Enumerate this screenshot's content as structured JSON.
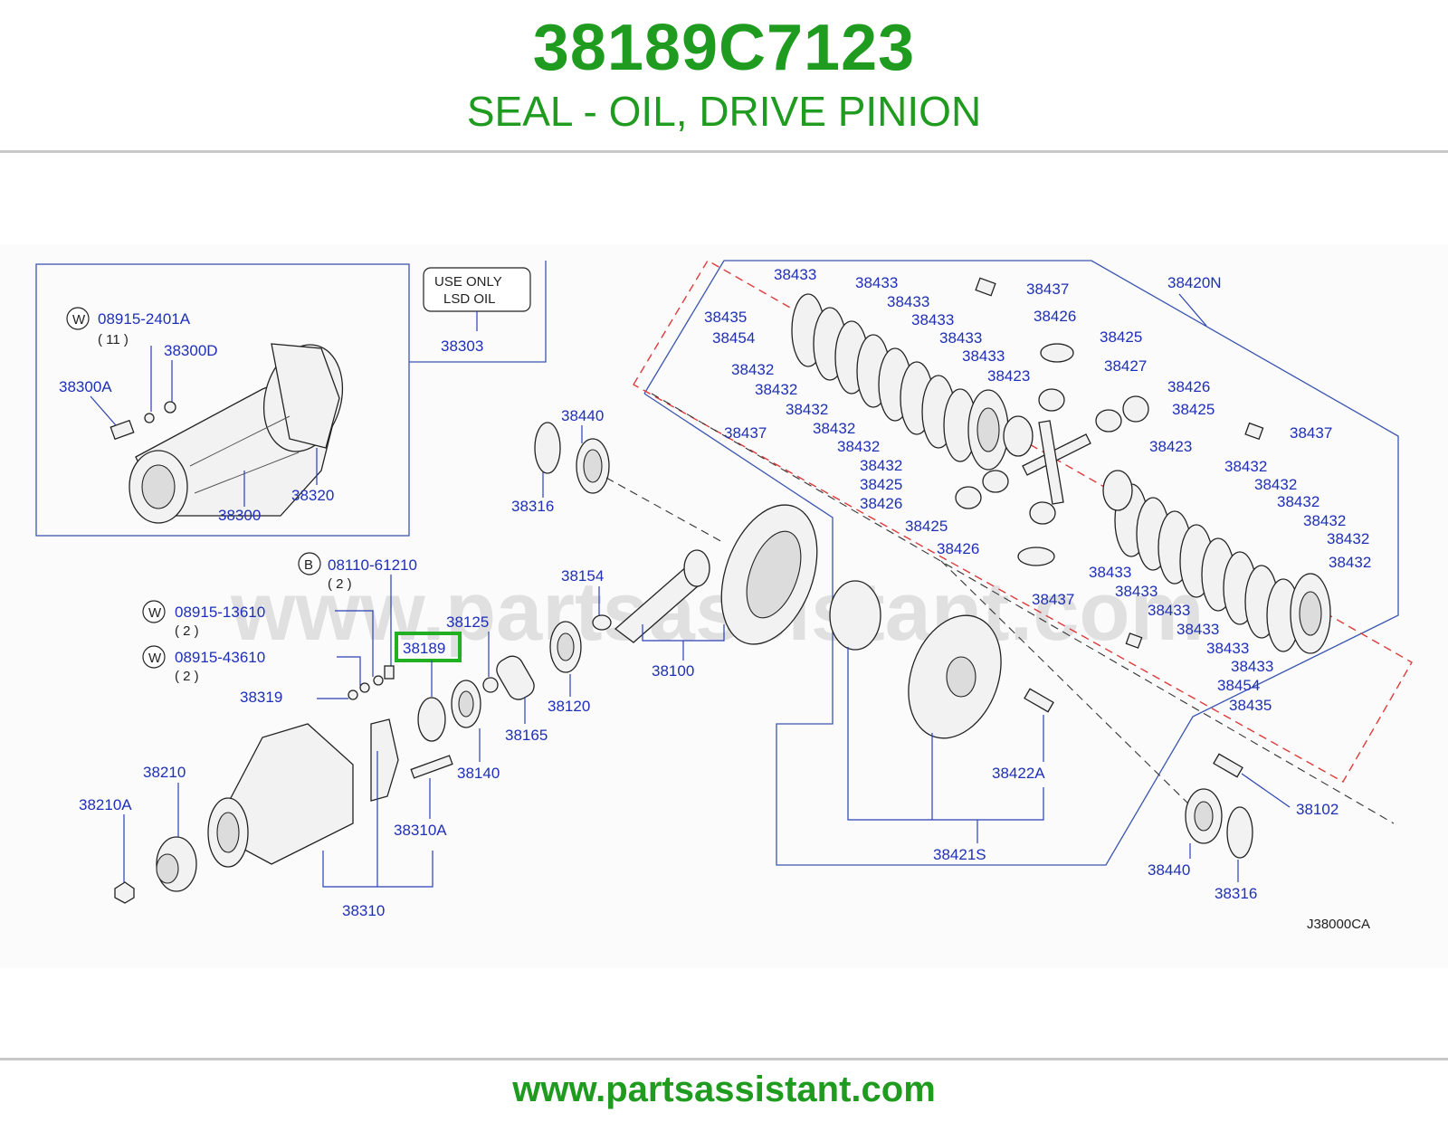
{
  "header": {
    "part_number": "38189C7123",
    "description": "SEAL - OIL, DRIVE PINION"
  },
  "footer": {
    "url": "www.partsassistant.com"
  },
  "diagram": {
    "watermark": "www.partsassistant.com",
    "code": "J38000CA",
    "note": {
      "line1": "USE   ONLY",
      "line2": "LSD   OIL"
    },
    "highlight": {
      "label": "38189",
      "color": "#22b022"
    },
    "callouts": {
      "c08915_2401A": "08915-2401A",
      "c08915_2401A_qty": "( 11 )",
      "c38300D": "38300D",
      "c38300A": "38300A",
      "c38300": "38300",
      "c38320": "38320",
      "c38303": "38303",
      "c38440_a": "38440",
      "c38316_a": "38316",
      "c08110_61210": "08110-61210",
      "c08110_61210_qty": "( 2 )",
      "c08915_13610": "08915-13610",
      "c08915_13610_qty": "( 2 )",
      "c08915_43610": "08915-43610",
      "c08915_43610_qty": "( 2 )",
      "c38319": "38319",
      "c38125": "38125",
      "c38154": "38154",
      "c38100": "38100",
      "c38120": "38120",
      "c38165": "38165",
      "c38140": "38140",
      "c38310A": "38310A",
      "c38310": "38310",
      "c38210": "38210",
      "c38210A": "38210A",
      "c38422A": "38422A",
      "c38421S": "38421S",
      "c38102": "38102",
      "c38440_b": "38440",
      "c38316_b": "38316",
      "c38420N": "38420N",
      "c38437_a": "38437",
      "c38437_b": "38437",
      "c38437_c": "38437",
      "c38437_d": "38437",
      "c38426_a": "38426",
      "c38426_b": "38426",
      "c38426_c": "38426",
      "c38426_d": "38426",
      "c38425_a": "38425",
      "c38425_b": "38425",
      "c38425_c": "38425",
      "c38425_d": "38425",
      "c38427": "38427",
      "c38423_a": "38423",
      "c38423_b": "38423",
      "c38435_a": "38435",
      "c38454_a": "38454",
      "c38435_b": "38435",
      "c38454_b": "38454",
      "c38433_1": "38433",
      "c38433_2": "38433",
      "c38433_3": "38433",
      "c38433_4": "38433",
      "c38433_5": "38433",
      "c38433_6": "38433",
      "c38433_7": "38433",
      "c38433_8": "38433",
      "c38433_9": "38433",
      "c38433_10": "38433",
      "c38433_11": "38433",
      "c38433_12": "38433",
      "c38432_1": "38432",
      "c38432_2": "38432",
      "c38432_3": "38432",
      "c38432_4": "38432",
      "c38432_5": "38432",
      "c38432_6": "38432",
      "c38432_7": "38432",
      "c38432_8": "38432",
      "c38432_9": "38432",
      "c38432_10": "38432",
      "c38432_11": "38432",
      "c38432_12": "38432"
    },
    "markers": {
      "W": "W",
      "B": "B"
    }
  }
}
